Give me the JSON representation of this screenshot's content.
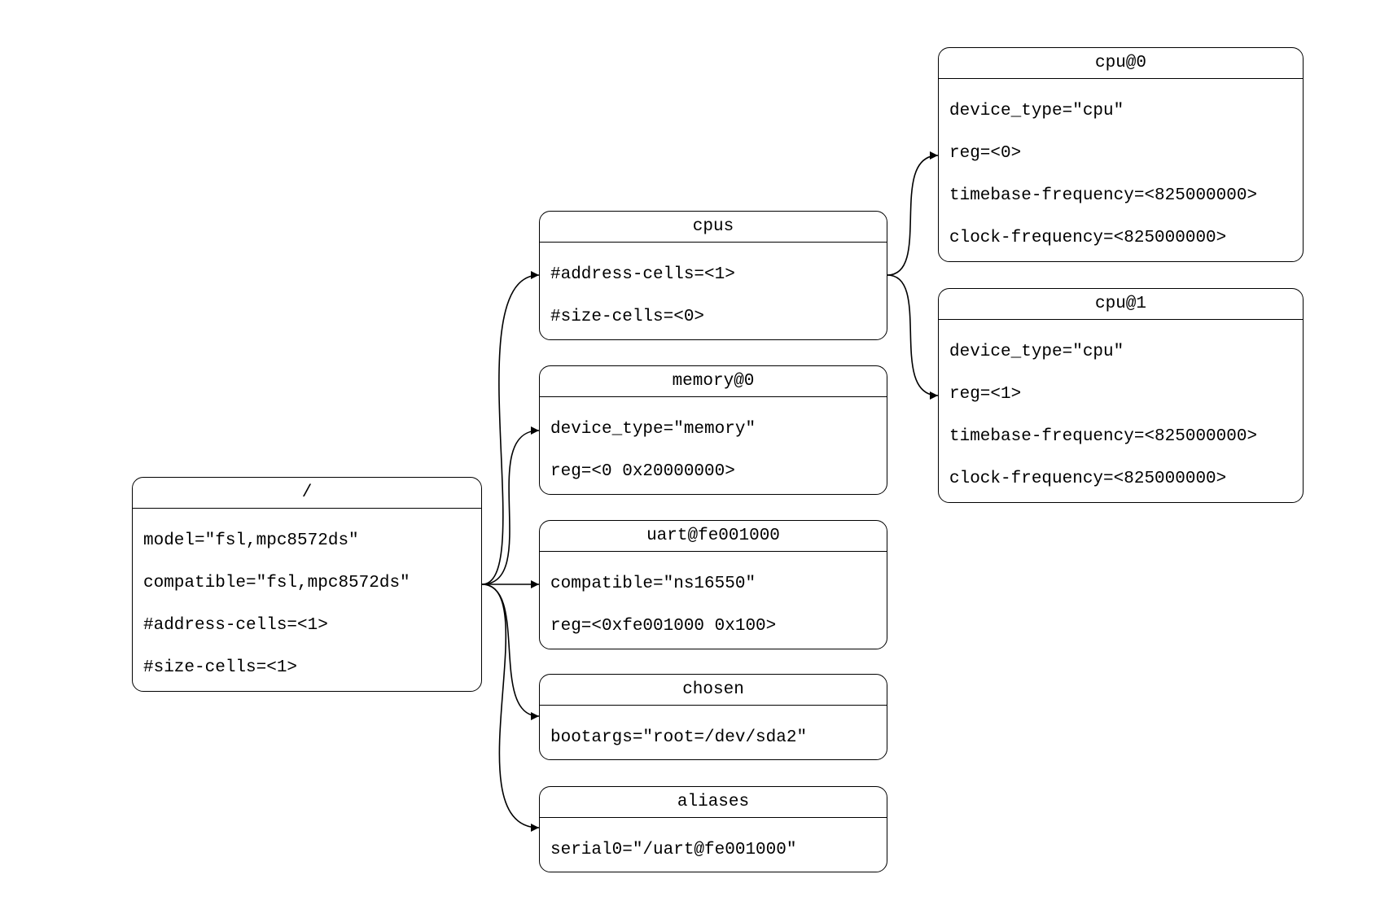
{
  "diagram": {
    "nodes": [
      {
        "id": "root",
        "title": "/",
        "props": [
          "model=\"fsl,mpc8572ds\"",
          "compatible=\"fsl,mpc8572ds\"",
          "#address-cells=<1>",
          "#size-cells=<1>"
        ]
      },
      {
        "id": "cpus",
        "title": "cpus",
        "props": [
          "#address-cells=<1>",
          "#size-cells=<0>"
        ]
      },
      {
        "id": "memory",
        "title": "memory@0",
        "props": [
          "device_type=\"memory\"",
          "reg=<0 0x20000000>"
        ]
      },
      {
        "id": "uart",
        "title": "uart@fe001000",
        "props": [
          "compatible=\"ns16550\"",
          "reg=<0xfe001000 0x100>"
        ]
      },
      {
        "id": "chosen",
        "title": "chosen",
        "props": [
          "bootargs=\"root=/dev/sda2\""
        ]
      },
      {
        "id": "aliases",
        "title": "aliases",
        "props": [
          "serial0=\"/uart@fe001000\""
        ]
      },
      {
        "id": "cpu0",
        "title": "cpu@0",
        "props": [
          "device_type=\"cpu\"",
          "reg=<0>",
          "timebase-frequency=<825000000>",
          "clock-frequency=<825000000>"
        ]
      },
      {
        "id": "cpu1",
        "title": "cpu@1",
        "props": [
          "device_type=\"cpu\"",
          "reg=<1>",
          "timebase-frequency=<825000000>",
          "clock-frequency=<825000000>"
        ]
      }
    ],
    "edges": [
      {
        "from": "root",
        "to": "cpus"
      },
      {
        "from": "root",
        "to": "memory"
      },
      {
        "from": "root",
        "to": "uart"
      },
      {
        "from": "root",
        "to": "chosen"
      },
      {
        "from": "root",
        "to": "aliases"
      },
      {
        "from": "cpus",
        "to": "cpu0"
      },
      {
        "from": "cpus",
        "to": "cpu1"
      }
    ]
  }
}
